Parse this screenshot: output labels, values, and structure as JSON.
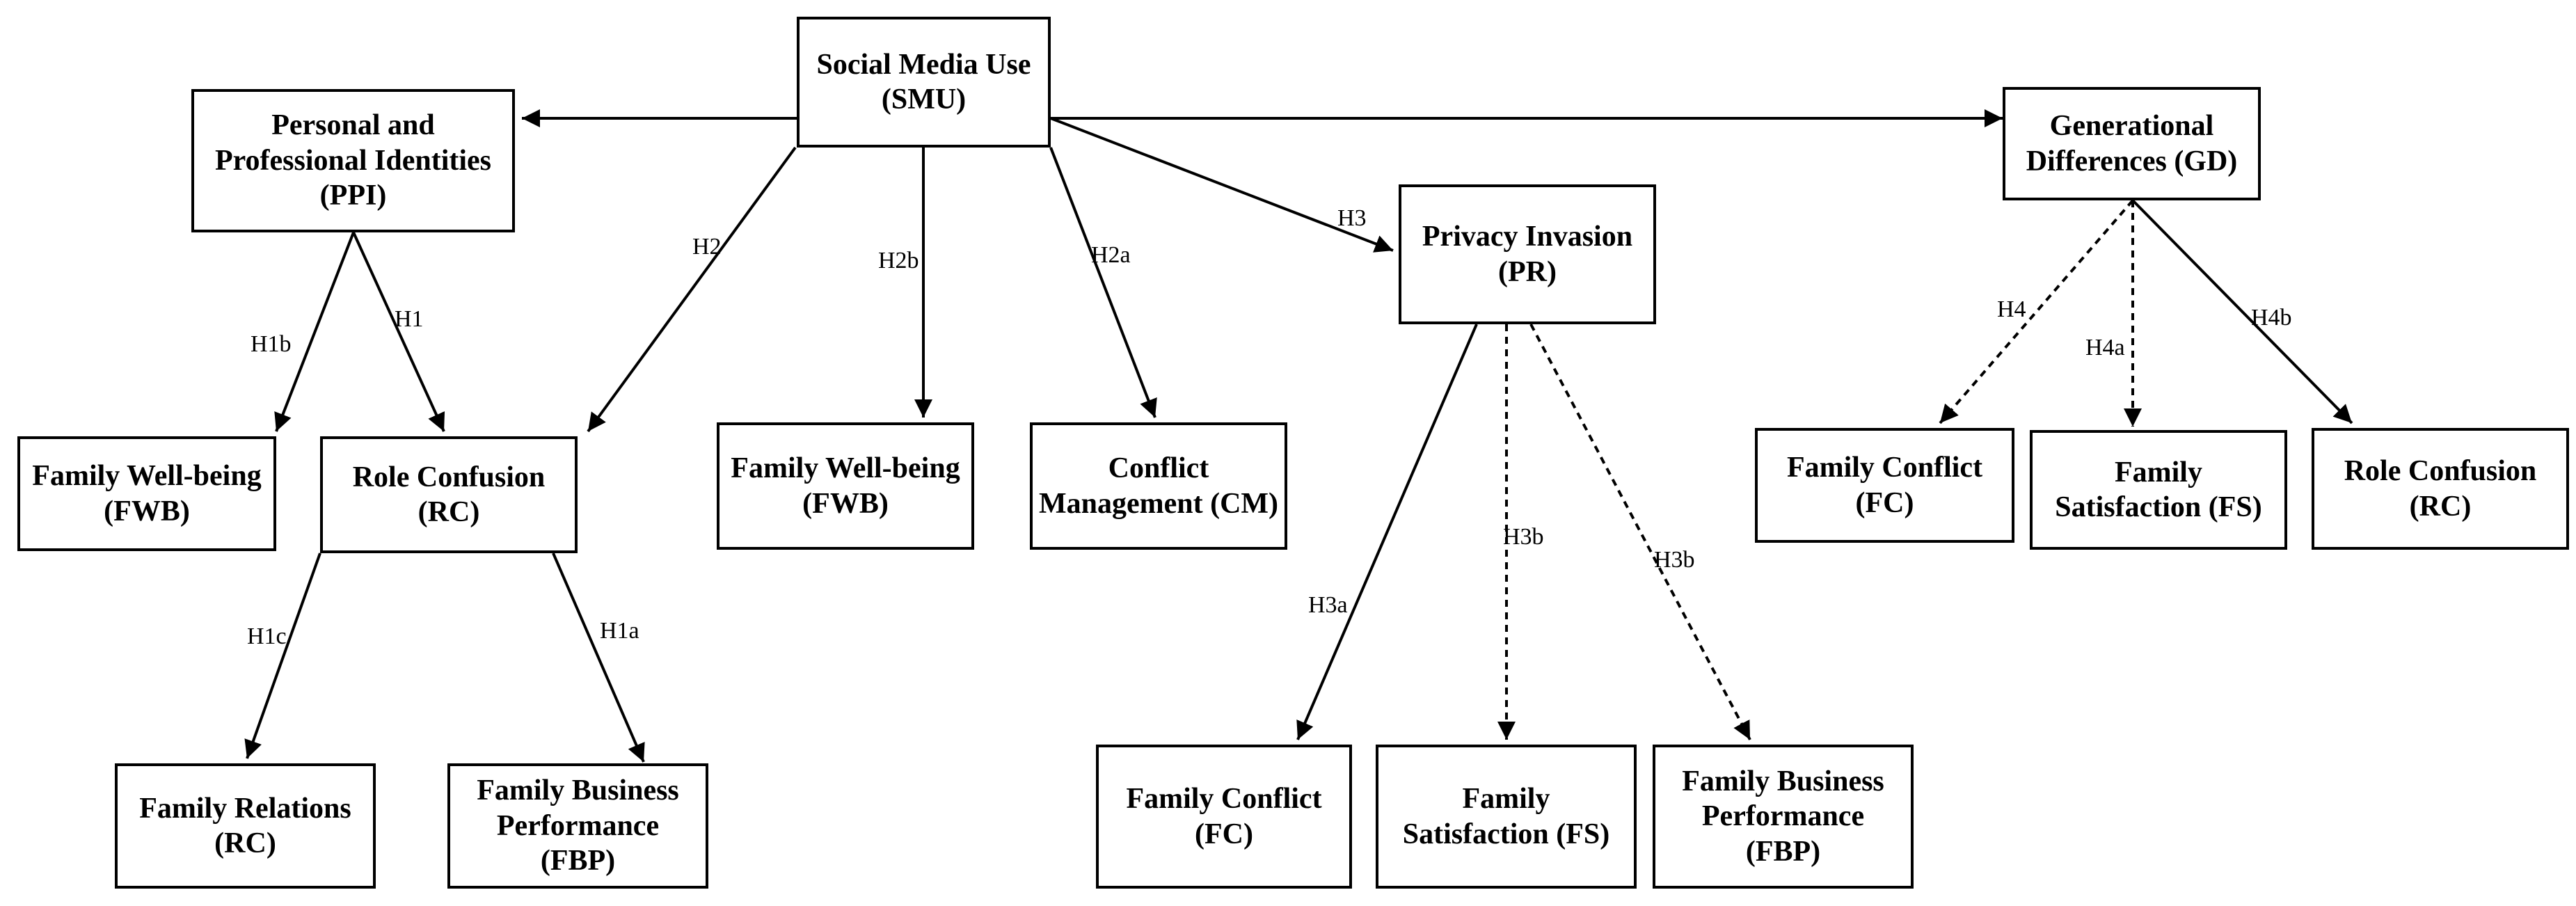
{
  "nodes": {
    "smu": {
      "lines": [
        "Social Media Use",
        "(SMU)"
      ]
    },
    "ppi": {
      "lines": [
        "Personal and",
        "Professional Identities",
        "(PPI)"
      ]
    },
    "gd": {
      "lines": [
        "Generational",
        "Differences (GD)"
      ]
    },
    "pr": {
      "lines": [
        "Privacy Invasion",
        "(PR)"
      ]
    },
    "fwb1": {
      "lines": [
        "Family Well-being",
        "(FWB)"
      ]
    },
    "rc1": {
      "lines": [
        "Role Confusion",
        "(RC)"
      ]
    },
    "fwb2": {
      "lines": [
        "Family Well-being",
        "(FWB)"
      ]
    },
    "cm": {
      "lines": [
        "Conflict",
        "Management (CM)"
      ]
    },
    "fc1": {
      "lines": [
        "Family Conflict",
        "(FC)"
      ]
    },
    "fs1": {
      "lines": [
        "Family",
        "Satisfaction (FS)"
      ]
    },
    "rc2": {
      "lines": [
        "Role Confusion",
        "(RC)"
      ]
    },
    "fr": {
      "lines": [
        "Family Relations",
        "(RC)"
      ]
    },
    "fbp1": {
      "lines": [
        "Family Business",
        "Performance",
        "(FBP)"
      ]
    },
    "fc2": {
      "lines": [
        "Family Conflict",
        "(FC)"
      ]
    },
    "fs2": {
      "lines": [
        "Family",
        "Satisfaction (FS)"
      ]
    },
    "fbp2": {
      "lines": [
        "Family Business",
        "Performance",
        "(FBP)"
      ]
    }
  },
  "edge_labels": {
    "h1b": "H1b",
    "h1": "H1",
    "h2": "H2",
    "h2b": "H2b",
    "h2a": "H2a",
    "h3": "H3",
    "h4": "H4",
    "h4a": "H4a",
    "h4b": "H4b",
    "h1c": "H1c",
    "h1a": "H1a",
    "h3a": "H3a",
    "h3b_1": "H3b",
    "h3b_2": "H3b"
  },
  "edges": [
    {
      "from": "smu",
      "to": "ppi",
      "style": "solid"
    },
    {
      "from": "smu",
      "to": "gd",
      "style": "solid"
    },
    {
      "from": "smu",
      "to": "pr",
      "style": "solid",
      "label": "h3"
    },
    {
      "from": "smu",
      "to": "rc1",
      "style": "solid",
      "label": "h2"
    },
    {
      "from": "smu",
      "to": "fwb2",
      "style": "solid",
      "label": "h2b"
    },
    {
      "from": "smu",
      "to": "cm",
      "style": "solid",
      "label": "h2a"
    },
    {
      "from": "ppi",
      "to": "fwb1",
      "style": "solid",
      "label": "h1b"
    },
    {
      "from": "ppi",
      "to": "rc1",
      "style": "solid",
      "label": "h1"
    },
    {
      "from": "rc1",
      "to": "fr",
      "style": "solid",
      "label": "h1c"
    },
    {
      "from": "rc1",
      "to": "fbp1",
      "style": "solid",
      "label": "h1a"
    },
    {
      "from": "pr",
      "to": "fc2",
      "style": "solid",
      "label": "h3a"
    },
    {
      "from": "pr",
      "to": "fs2",
      "style": "dashed",
      "label": "h3b_1"
    },
    {
      "from": "pr",
      "to": "fbp2",
      "style": "dashed",
      "label": "h3b_2"
    },
    {
      "from": "gd",
      "to": "fc1",
      "style": "dashed",
      "label": "h4"
    },
    {
      "from": "gd",
      "to": "fs1",
      "style": "dashed",
      "label": "h4a"
    },
    {
      "from": "gd",
      "to": "rc2",
      "style": "solid",
      "label": "h4b"
    }
  ],
  "colors": {
    "stroke": "#000000",
    "background": "#ffffff"
  }
}
